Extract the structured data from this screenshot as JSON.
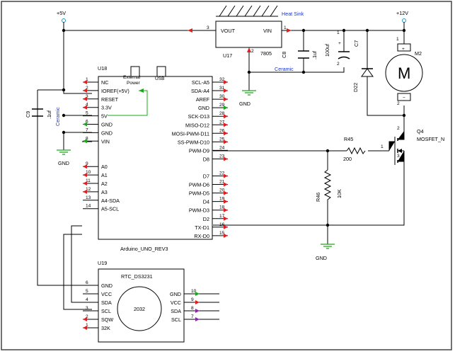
{
  "power": {
    "v5": "+5V",
    "v12": "+12V"
  },
  "grounds": {
    "label": "GND"
  },
  "heat_sink": {
    "label": "Heat Sink"
  },
  "u17": {
    "ref": "U17",
    "part": "7805",
    "vout": "VOUT",
    "vin": "VIN",
    "pin_vout": "3",
    "pin_vin": "1",
    "pin_gnd": "2"
  },
  "c8": {
    "ref": "C8",
    "value": ".1uf",
    "type": "Ceramic"
  },
  "c7": {
    "ref": "C7",
    "value": "100uf",
    "pin1": "1",
    "pin2": "2"
  },
  "d22": {
    "ref": "D22"
  },
  "m2": {
    "ref": "M2",
    "symbol": "M",
    "pin1": "1",
    "pin2": "2"
  },
  "r45": {
    "ref": "R45",
    "value": "200",
    "pin": "1"
  },
  "r46": {
    "ref": "R46",
    "value": "10K"
  },
  "q4": {
    "ref": "Q4",
    "part": "MOSFET_N",
    "pin_d": "2",
    "pin_s": "3"
  },
  "c9": {
    "ref": "C9",
    "value": ".1uf",
    "type": "Ceramic"
  },
  "u18": {
    "ref": "U18",
    "part": "Arduino_UNO_REV3",
    "ext_power_1": "External",
    "ext_power_2": "Power",
    "usb": "USB",
    "left_pins": [
      {
        "num": "1",
        "name": "NC",
        "arrow": "red"
      },
      {
        "num": "2",
        "name": "IOREF(+5V)",
        "arrow": "red"
      },
      {
        "num": "3",
        "name": "RESET",
        "arrow": "red"
      },
      {
        "num": "4",
        "name": "3.3V",
        "arrow": "red"
      },
      {
        "num": "5",
        "name": "5V",
        "arrow": "none"
      },
      {
        "num": "6",
        "name": "GND",
        "arrow": "green"
      },
      {
        "num": "7",
        "name": "GND",
        "arrow": "none"
      },
      {
        "num": "8",
        "name": "VIN",
        "arrow": "green"
      },
      {
        "num": "9",
        "name": "A0",
        "arrow": "red"
      },
      {
        "num": "10",
        "name": "A1",
        "arrow": "red"
      },
      {
        "num": "11",
        "name": "A2",
        "arrow": "red"
      },
      {
        "num": "12",
        "name": "A3",
        "arrow": "red"
      },
      {
        "num": "13",
        "name": "A4-SDA",
        "arrow": "none"
      },
      {
        "num": "14",
        "name": "A5-SCL",
        "arrow": "none"
      }
    ],
    "right_pins": [
      {
        "num": "32",
        "name": "SCL-A5",
        "arrow": "red"
      },
      {
        "num": "31",
        "name": "SDA-A4",
        "arrow": "red"
      },
      {
        "num": "30",
        "name": "AREF",
        "arrow": "red"
      },
      {
        "num": "29",
        "name": "GND",
        "arrow": "green"
      },
      {
        "num": "28",
        "name": "SCK-D13",
        "arrow": "red"
      },
      {
        "num": "27",
        "name": "MISO-D12",
        "arrow": "red"
      },
      {
        "num": "26",
        "name": "MOSI-PWM-D11",
        "arrow": "red"
      },
      {
        "num": "25",
        "name": "SS-PWM-D10",
        "arrow": "red"
      },
      {
        "num": "24",
        "name": "PWM-D9",
        "arrow": "none"
      },
      {
        "num": "23",
        "name": "D8",
        "arrow": "red"
      },
      {
        "num": "22",
        "name": "D7",
        "arrow": "red"
      },
      {
        "num": "21",
        "name": "PWM-D6",
        "arrow": "red"
      },
      {
        "num": "20",
        "name": "PWM-D5",
        "arrow": "red"
      },
      {
        "num": "19",
        "name": "D4",
        "arrow": "red"
      },
      {
        "num": "18",
        "name": "PWM-D3",
        "arrow": "red"
      },
      {
        "num": "17",
        "name": "D2",
        "arrow": "red"
      },
      {
        "num": "16",
        "name": "TX-D1",
        "arrow": "red"
      },
      {
        "num": "15",
        "name": "RX-D0",
        "arrow": "red"
      }
    ]
  },
  "u19": {
    "ref": "U19",
    "part": "RTC_DS3231",
    "battery": "2032",
    "left_pins": [
      {
        "num": "6",
        "name": "GND",
        "arrow": "none"
      },
      {
        "num": "5",
        "name": "VCC",
        "arrow": "none"
      },
      {
        "num": "4",
        "name": "SDA",
        "arrow": "none"
      },
      {
        "num": "3",
        "name": "SCL",
        "arrow": "none"
      },
      {
        "num": "2",
        "name": "SQW",
        "arrow": "red"
      },
      {
        "num": "1",
        "name": "32K",
        "arrow": "red"
      }
    ],
    "right_pins": [
      {
        "num": "10",
        "name": "GND",
        "arrow": "green"
      },
      {
        "num": "9",
        "name": "VCC",
        "arrow": "red"
      },
      {
        "num": "8",
        "name": "SDA",
        "arrow": "purple"
      },
      {
        "num": "7",
        "name": "SCL",
        "arrow": "purple"
      }
    ]
  }
}
